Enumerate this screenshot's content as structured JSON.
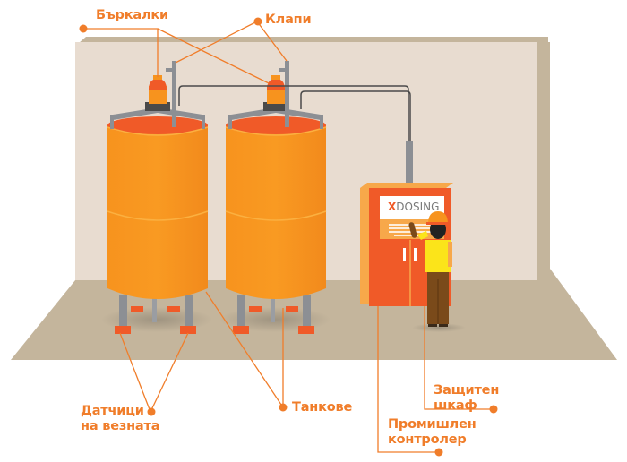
{
  "diagram": {
    "title": "Dosing system installation",
    "labels": {
      "agitators": "Бъркалки",
      "valves": "Клапи",
      "load_cells_line1": "Датчици",
      "load_cells_line2": "на везната",
      "tanks": "Танкове",
      "protective_cabinet_line1": "Защитен",
      "protective_cabinet_line2": "шкаф",
      "industrial_controller_line1": "Промишлен",
      "industrial_controller_line2": "контролер"
    },
    "controller_screen": {
      "brand_prefix": "X",
      "brand_rest": "DOSING"
    },
    "colors": {
      "accent": "#f07d2a",
      "tank": "#f7931e",
      "tank_dark": "#f05a28",
      "wall": "#e8dcd0",
      "wall_frame": "#c4b59c",
      "floor": "#c4b59c",
      "metal": "#8c8f94",
      "worker_shirt": "#fbe41a",
      "worker_pants": "#7a4a1a"
    },
    "components": [
      "tank-1",
      "tank-2",
      "agitator-1",
      "agitator-2",
      "valve-1",
      "valve-2",
      "load-cells",
      "control-cabinet",
      "operator"
    ]
  }
}
